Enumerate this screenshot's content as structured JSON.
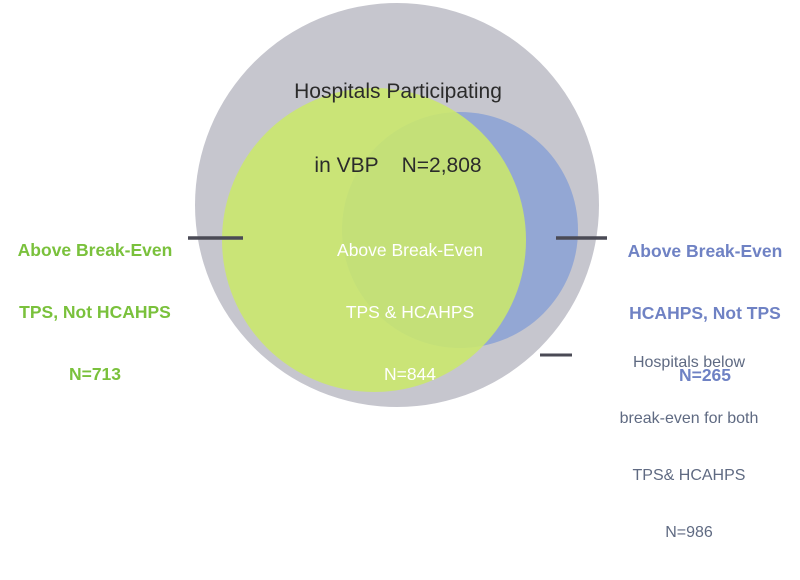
{
  "diagram": {
    "type": "venn",
    "title": {
      "line1": "Hospitals Participating",
      "line2": "in VBP    N=2,808"
    },
    "sets": {
      "outer": {
        "name": "Hospitals Participating in VBP",
        "count": "N=2,808",
        "value": 2808,
        "color": "#c6c6ce"
      },
      "tps": {
        "name": "Above Break-Even TPS",
        "color": "#cbe86b"
      },
      "hcahps": {
        "name": "Above Break-Even HCAHPS",
        "color": "#93a7d4"
      },
      "overlap": {
        "name": "Above Break-Even TPS & HCAHPS",
        "color": "#9cc28c"
      }
    },
    "labels": {
      "left": {
        "line1": "Above Break-Even",
        "line2": "TPS, Not HCAHPS",
        "line3": "N=713",
        "value": 713,
        "color": "#7ac13c"
      },
      "center": {
        "line1": "Above Break-Even",
        "line2": "TPS & HCAHPS",
        "line3": "N=844",
        "value": 844,
        "color": "#ffffff"
      },
      "right": {
        "line1": "Above Break-Even",
        "line2": "HCAHPS, Not TPS",
        "line3": "N=265",
        "value": 265,
        "color": "#6f82c4"
      },
      "bottom": {
        "line1": "Hospitals below",
        "line2": "break-even for both",
        "line3": "TPS& HCAHPS",
        "line4": "N=986",
        "value": 986,
        "color": "#5f6a82"
      }
    },
    "leader_line_color": "#4a4a55"
  }
}
